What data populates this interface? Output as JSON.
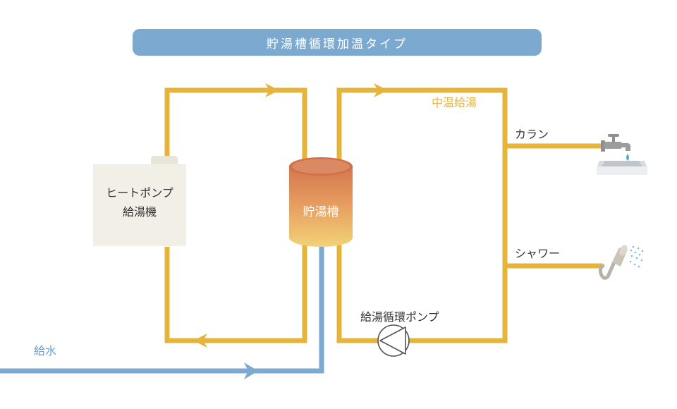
{
  "title": "貯湯槽循環加温タイプ",
  "heat_pump": {
    "line1": "ヒートポンプ",
    "line2": "給湯機"
  },
  "tank": {
    "label": "貯湯槽"
  },
  "labels": {
    "medium_temp_supply": "中温給湯",
    "faucet": "カラン",
    "shower": "シャワー",
    "circulation_pump": "給湯循環ポンプ",
    "water_supply": "給水"
  },
  "colors": {
    "hot_pipe": "#e6b43a",
    "cold_pipe": "#7ca9d0",
    "title_bg": "#7ca9d0",
    "tank_top": "#d4764e",
    "tank_bottom": "#f2d277",
    "heat_pump_body": "#f1efe6",
    "label_orange": "#e6b43a",
    "label_blue": "#6f9fce"
  },
  "icons": [
    "faucet-icon",
    "shower-icon",
    "pump-icon",
    "flow-arrow-icon"
  ]
}
